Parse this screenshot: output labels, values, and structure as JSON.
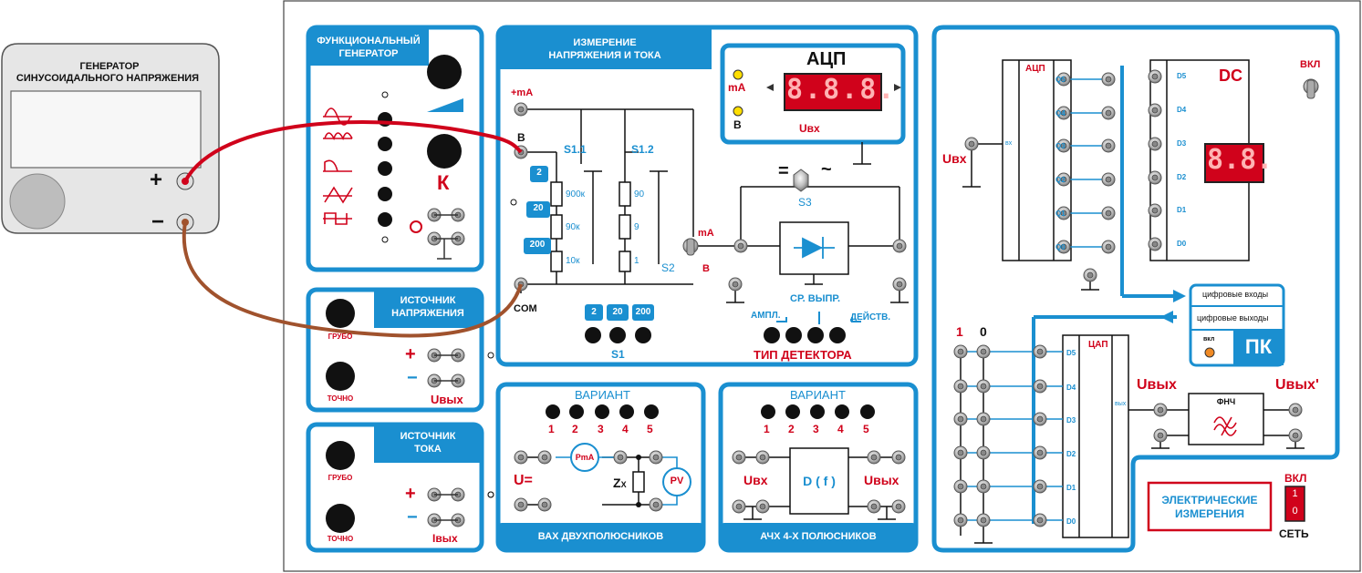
{
  "generator": {
    "title_line1": "ГЕНЕРАТОР",
    "title_line2": "СИНУСОИДАЛЬНОГО НАПРЯЖЕНИЯ",
    "plus": "+",
    "minus": "−"
  },
  "func_gen": {
    "title_line1": "ФУНКЦИОНАЛЬНЫЙ",
    "title_line2": "ГЕНЕРАТОР",
    "k_label": "К"
  },
  "voltage_source": {
    "title_line1": "ИСТОЧНИК",
    "title_line2": "НАПРЯЖЕНИЯ",
    "coarse": "ГРУБО",
    "fine": "ТОЧНО",
    "plus": "+",
    "minus": "−",
    "out_label": "Uвых"
  },
  "current_source": {
    "title_line1": "ИСТОЧНИК",
    "title_line2": "ТОКА",
    "coarse": "ГРУБО",
    "fine": "ТОЧНО",
    "plus": "+",
    "minus": "−",
    "out_label": "Iвых"
  },
  "measure": {
    "title_line1": "ИЗМЕРЕНИЕ",
    "title_line2": "НАПРЯЖЕНИЯ И ТОКА",
    "plus_ma": "+mA",
    "v_label": "В",
    "com_label": "COM",
    "s11": "S1.1",
    "s12": "S1.2",
    "ranges": [
      "2",
      "20",
      "200"
    ],
    "res_s11": [
      "900к",
      "90к",
      "10к"
    ],
    "res_s12": [
      "90",
      "9",
      "1"
    ],
    "s2": "S2",
    "s2_ma": "mA",
    "s2_v": "В",
    "s1": "S1",
    "adc_title": "АЦП",
    "adc_ma": "mA",
    "adc_v": "В",
    "adc_digits": "8.8.8.",
    "adc_uin": "Uвх",
    "dc_sym": "=",
    "ac_sym": "~",
    "s3": "S3",
    "det_avg": "СР. ВЫПР.",
    "det_ampl": "АМПЛ.",
    "det_rms": "ДЕЙСТВ.",
    "det_type": "ТИП  ДЕТЕКТОРА"
  },
  "vax": {
    "variant": "ВАРИАНТ",
    "variants": [
      "1",
      "2",
      "3",
      "4",
      "5"
    ],
    "pma": "PmA",
    "pv": "PV",
    "zx": "Z",
    "zx_sub": "X",
    "u_eq": "U=",
    "title": "ВАХ ДВУХПОЛЮСНИКОВ"
  },
  "freq": {
    "variant": "ВАРИАНТ",
    "variants": [
      "1",
      "2",
      "3",
      "4",
      "5"
    ],
    "uin": "Uвх",
    "uout": "Uвых",
    "df": "D ( f )",
    "title": "АЧХ 4-Х ПОЛЮСНИКОВ"
  },
  "digital": {
    "uin": "Uвх",
    "adc": "АЦП",
    "vx": "вх",
    "q_labels": [
      "Q5",
      "Q4",
      "Q3",
      "Q2",
      "Q1",
      "Q0"
    ],
    "dc": "DC",
    "d_labels": [
      "D5",
      "D4",
      "D3",
      "D2",
      "D1",
      "D0"
    ],
    "dc_digits": "8.8.",
    "on": "ВКЛ",
    "pc_in": "цифровые входы",
    "pc_out": "цифровые выходы",
    "pc_on": "вкл",
    "pc": "ПК",
    "one": "1",
    "zero": "0",
    "dac": "ЦАП",
    "dac_labels": [
      "D5",
      "D4",
      "D3",
      "D2",
      "D1",
      "D0"
    ],
    "vyx": "вых",
    "uout": "Uвых",
    "uout2": "Uвых'",
    "filter": "ФНЧ"
  },
  "footer": {
    "title_line1": "ЭЛЕКТРИЧЕСКИЕ",
    "title_line2": "ИЗМЕРЕНИЯ",
    "on": "ВКЛ",
    "sw1": "1",
    "sw0": "0",
    "net": "СЕТЬ"
  }
}
